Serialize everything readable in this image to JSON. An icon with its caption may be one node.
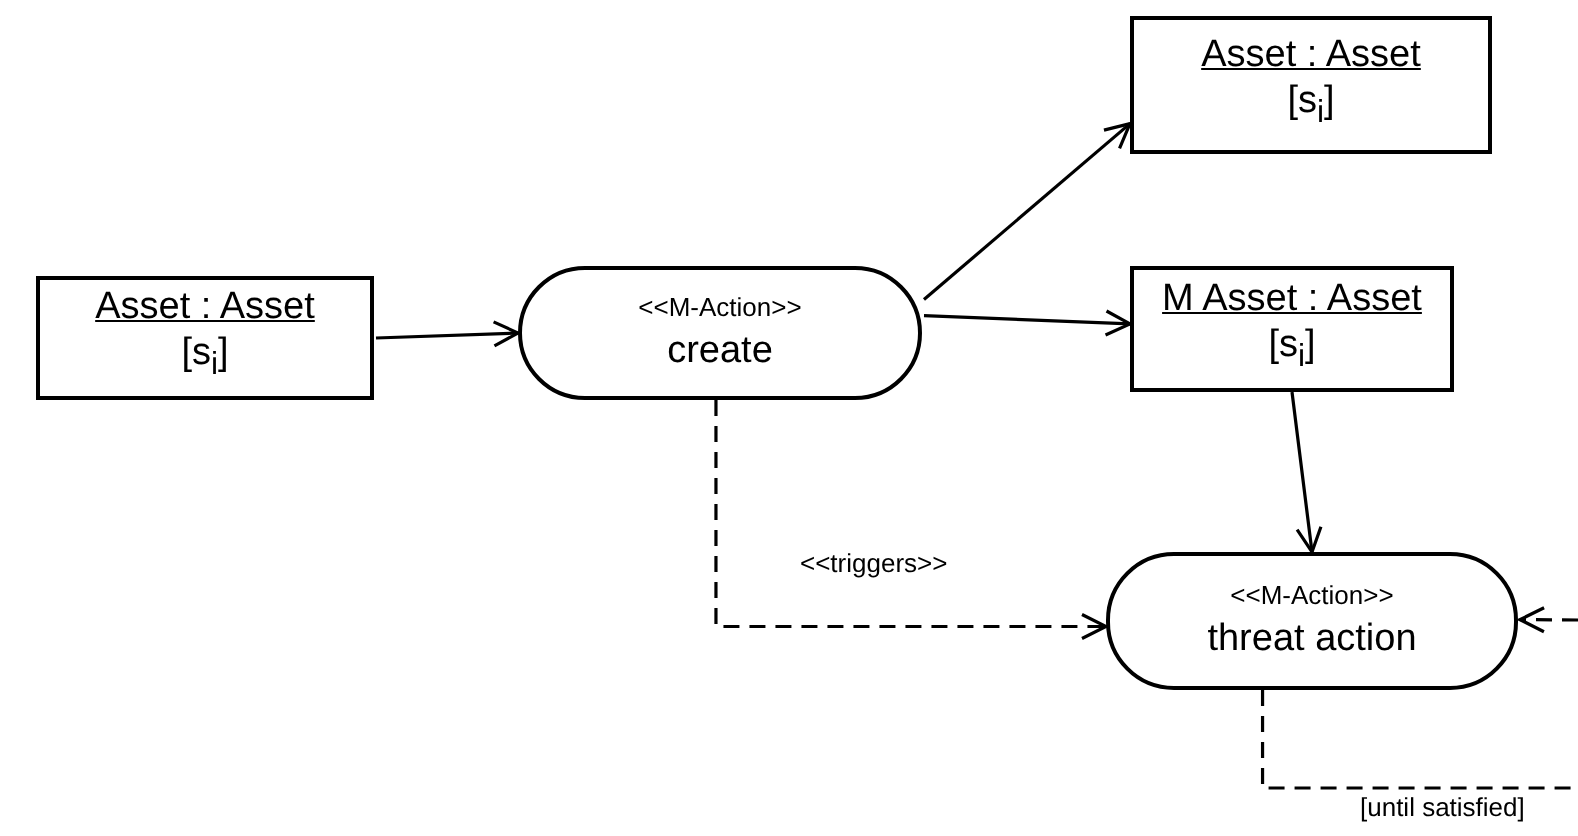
{
  "diagram": {
    "nodes": [
      {
        "text": [
          "Asset : Asset",
          "[s$_{i}$]"
        ]
      },
      {
        "text": [
          "<<M-Action>>",
          "create"
        ]
      },
      {
        "text": [
          "Asset : Asset",
          "[s$_{i}$]"
        ]
      },
      {
        "text": [
          "M Asset : Asset",
          "[s$_{i}$]"
        ]
      },
      {
        "text": [
          "<<M-Action>>",
          "threat action"
        ]
      }
    ],
    "edges": [
      {
        "from": 0,
        "to": 1,
        "arrow": "to"
      },
      {
        "from": 1,
        "to": 2,
        "arrow": "to"
      },
      {
        "from": 1,
        "to": 3,
        "arrow": "to"
      },
      {
        "from": 3,
        "to": 4,
        "arrow": "to"
      },
      {
        "from": 1,
        "to": 4,
        "arrow": "to",
        "style": "dashed",
        "label": "<<triggers>>"
      },
      {
        "from": null,
        "to": 4,
        "arrow": "to",
        "style": "dashed"
      },
      {
        "from": 4,
        "to": null,
        "arrow": "none",
        "style": "dashed",
        "label": "[until satisfied]"
      }
    ]
  }
}
